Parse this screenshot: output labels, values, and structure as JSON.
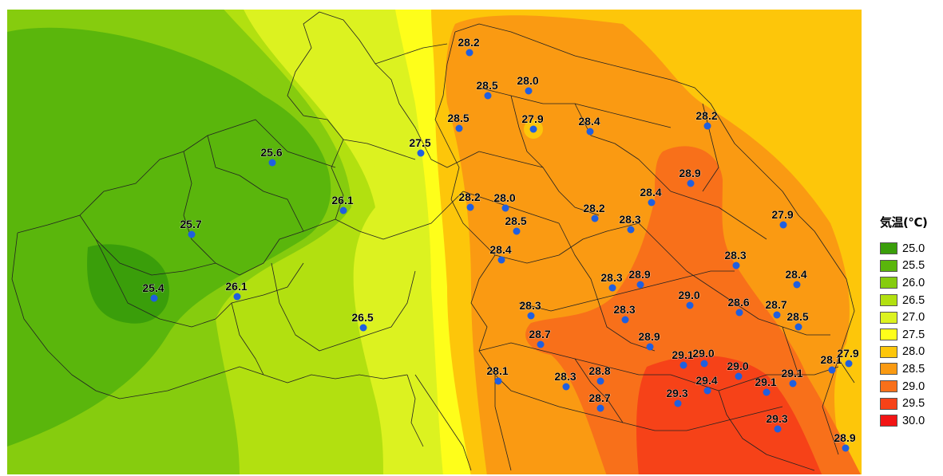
{
  "legend": {
    "title": "気温(℃)",
    "items": [
      {
        "label": "25.0",
        "color": "#3a9e0a"
      },
      {
        "label": "25.5",
        "color": "#5ab60c"
      },
      {
        "label": "26.0",
        "color": "#86cc0e"
      },
      {
        "label": "26.5",
        "color": "#b2e010"
      },
      {
        "label": "27.0",
        "color": "#dcf220"
      },
      {
        "label": "27.5",
        "color": "#fefe1a"
      },
      {
        "label": "28.0",
        "color": "#fdc60a"
      },
      {
        "label": "28.5",
        "color": "#fa9a12"
      },
      {
        "label": "29.0",
        "color": "#f8701a"
      },
      {
        "label": "29.5",
        "color": "#f64218"
      },
      {
        "label": "30.0",
        "color": "#f21414"
      }
    ]
  },
  "stations": [
    {
      "v": "28.2"
    },
    {
      "v": "28.5"
    },
    {
      "v": "28.0"
    },
    {
      "v": "28.5"
    },
    {
      "v": "27.9"
    },
    {
      "v": "28.4"
    },
    {
      "v": "28.2"
    },
    {
      "v": "27.5"
    },
    {
      "v": "25.6"
    },
    {
      "v": "26.1"
    },
    {
      "v": "25.7"
    },
    {
      "v": "25.4"
    },
    {
      "v": "26.1"
    },
    {
      "v": "26.5"
    },
    {
      "v": "28.2"
    },
    {
      "v": "28.0"
    },
    {
      "v": "28.5"
    },
    {
      "v": "28.4"
    },
    {
      "v": "28.2"
    },
    {
      "v": "28.3"
    },
    {
      "v": "28.4"
    },
    {
      "v": "28.9"
    },
    {
      "v": "27.9"
    },
    {
      "v": "28.3"
    },
    {
      "v": "28.3"
    },
    {
      "v": "28.9"
    },
    {
      "v": "29.0"
    },
    {
      "v": "28.4"
    },
    {
      "v": "28.3"
    },
    {
      "v": "28.6"
    },
    {
      "v": "28.7"
    },
    {
      "v": "28.5"
    },
    {
      "v": "28.3"
    },
    {
      "v": "28.7"
    },
    {
      "v": "28.9"
    },
    {
      "v": "29.1"
    },
    {
      "v": "29.0"
    },
    {
      "v": "29.0"
    },
    {
      "v": "28.1"
    },
    {
      "v": "27.9"
    },
    {
      "v": "28.1"
    },
    {
      "v": "28.3"
    },
    {
      "v": "28.8"
    },
    {
      "v": "29.3"
    },
    {
      "v": "29.4"
    },
    {
      "v": "29.1"
    },
    {
      "v": "29.1"
    },
    {
      "v": "28.7"
    },
    {
      "v": "29.3"
    },
    {
      "v": "28.9"
    }
  ]
}
